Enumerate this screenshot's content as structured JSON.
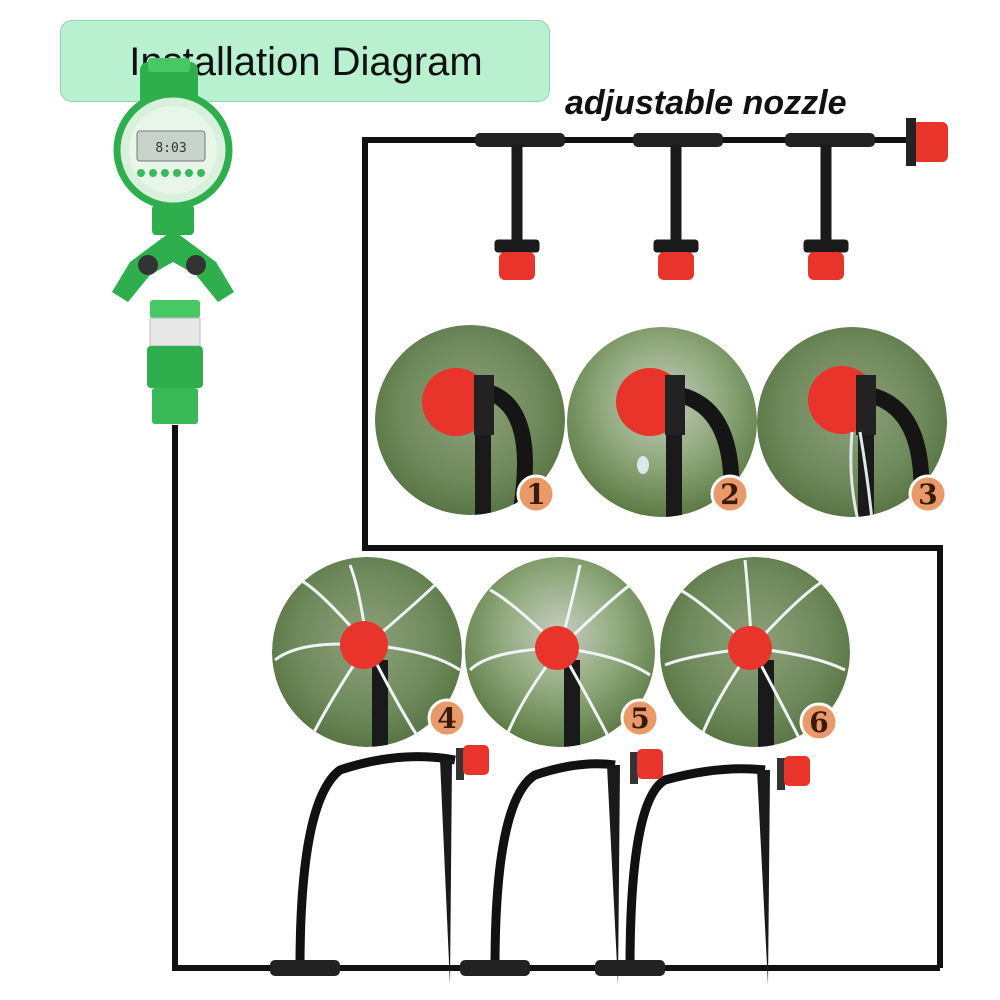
{
  "title": "Installation Diagram",
  "nozzle_caption": "adjustable nozzle",
  "timer": {
    "display": "8:03"
  },
  "stages": [
    {
      "number": "1"
    },
    {
      "number": "2"
    },
    {
      "number": "3"
    },
    {
      "number": "4"
    },
    {
      "number": "5"
    },
    {
      "number": "6"
    }
  ],
  "colors": {
    "title_bg": "#b9f0d0",
    "pipe": "#111111",
    "nozzle_red": "#e8342a",
    "fitting_green": "#2fae4e",
    "badge": "#e89a6a"
  }
}
